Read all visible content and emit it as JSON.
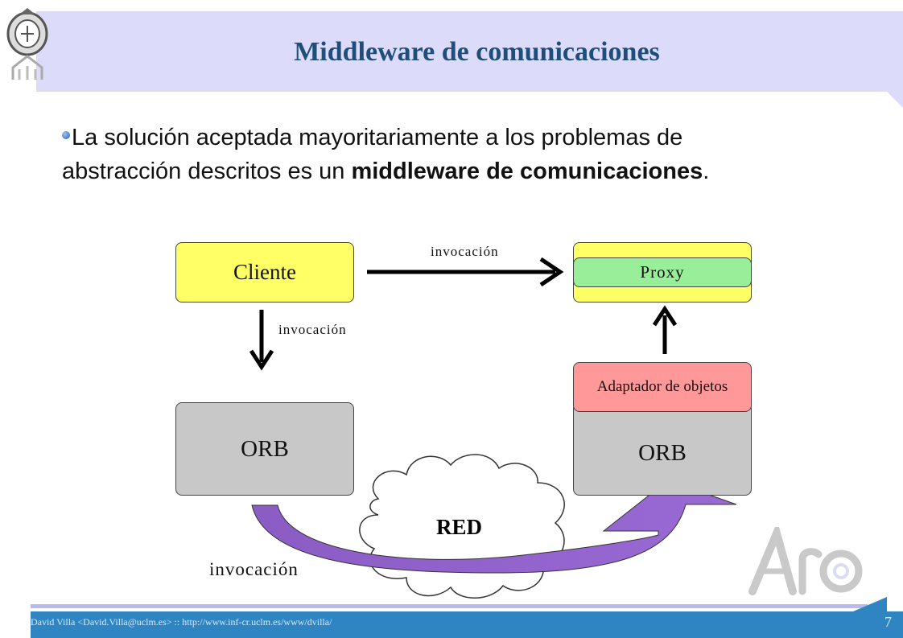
{
  "title": "Middleware de comunicaciones",
  "bullet": {
    "text_before": "La solución aceptada mayoritariamente a los problemas de abstracción descritos es un ",
    "bold": "middleware de comunicaciones",
    "text_after": "."
  },
  "diagram": {
    "cliente": "Cliente",
    "proxy": "Proxy",
    "adaptador": "Adaptador de objetos",
    "orb_left": "ORB",
    "orb_right": "ORB",
    "red": "RED",
    "invocacion_top": "invocación",
    "invocacion_left": "invocación",
    "invocacion_bottom": "invocación"
  },
  "footer": {
    "author": "David Villa <David.Villa@uclm.es> :: http://www.inf-cr.uclm.es/www/dvilla/",
    "page": "7"
  },
  "logo": {
    "top_logo_name": "uclm-crest",
    "bottom_logo_name": "arco-logo"
  }
}
